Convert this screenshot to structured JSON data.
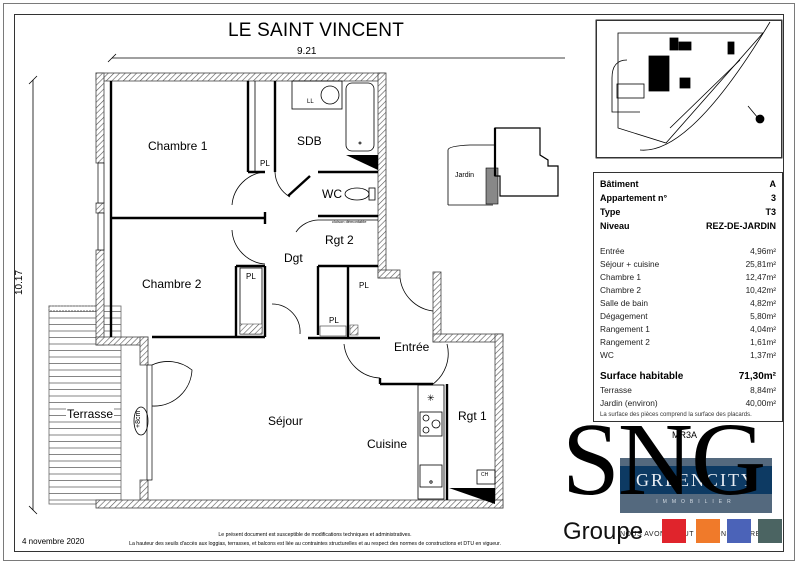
{
  "document": {
    "title": "LE SAINT VINCENT",
    "date": "4 novembre 2020",
    "footer_notes": [
      "Le présent document est susceptible de modifications techniques et administratives.",
      "La hauteur des seuils d'accès aux loggias, terrasses, et balcons est liée au contraintes structurelles et au respect des normes de constructions et DTU en vigueur."
    ],
    "reference": "MR3A"
  },
  "plan": {
    "dimension_width": "9.21",
    "dimension_height": "10.17",
    "rooms": {
      "chambre1": "Chambre 1",
      "chambre2": "Chambre 2",
      "sdb": "SDB",
      "wc": "WC",
      "rgt2": "Rgt 2",
      "dgt": "Dgt",
      "entree": "Entrée",
      "sejour": "Séjour",
      "cuisine": "Cuisine",
      "rgt1": "Rgt 1",
      "terrasse": "Terrasse"
    },
    "labels": {
      "pl": "PL",
      "ll": "LL",
      "ch": "CH",
      "cloison": "cloison démontable",
      "seuil": "+8cm",
      "jardin": "Jardin"
    }
  },
  "info_panel": {
    "batiment": {
      "label": "Bâtiment",
      "value": "A"
    },
    "appartement": {
      "label": "Appartement n°",
      "value": "3"
    },
    "type": {
      "label": "Type",
      "value": "T3"
    },
    "niveau": {
      "label": "Niveau",
      "value": "REZ-DE-JARDIN"
    },
    "areas": [
      {
        "label": "Entrée",
        "value": "4,96m²"
      },
      {
        "label": "Séjour + cuisine",
        "value": "25,81m²"
      },
      {
        "label": "Chambre 1",
        "value": "12,47m²"
      },
      {
        "label": "Chambre 2",
        "value": "10,42m²"
      },
      {
        "label": "Salle de bain",
        "value": "4,82m²"
      },
      {
        "label": "Dégagement",
        "value": "5,80m²"
      },
      {
        "label": "Rangement 1",
        "value": "4,04m²"
      },
      {
        "label": "Rangement 2",
        "value": "1,61m²"
      },
      {
        "label": "WC",
        "value": "1,37m²"
      }
    ],
    "surface_habitable": {
      "label": "Surface habitable",
      "value": "71,30m²"
    },
    "terrasse": {
      "label": "Terrasse",
      "value": "8,84m²"
    },
    "jardin": {
      "label": "Jardin (environ)",
      "value": "40,00m²"
    },
    "note": "La surface des pièces comprend la surface des placards."
  },
  "branding": {
    "watermark": "SNG",
    "groupe": "Groupe",
    "partner_name": "GREENCITY",
    "partner_sub": "IMMOBILIER",
    "tagline": "NOUS AVONS TOUT EN CONSTRUIRE",
    "colors": {
      "navy": "#0d3a63",
      "slate": "#54697e",
      "red": "#e0242c",
      "orange": "#f07a2a",
      "blue": "#4b63b8",
      "grey": "#4b6462"
    }
  }
}
